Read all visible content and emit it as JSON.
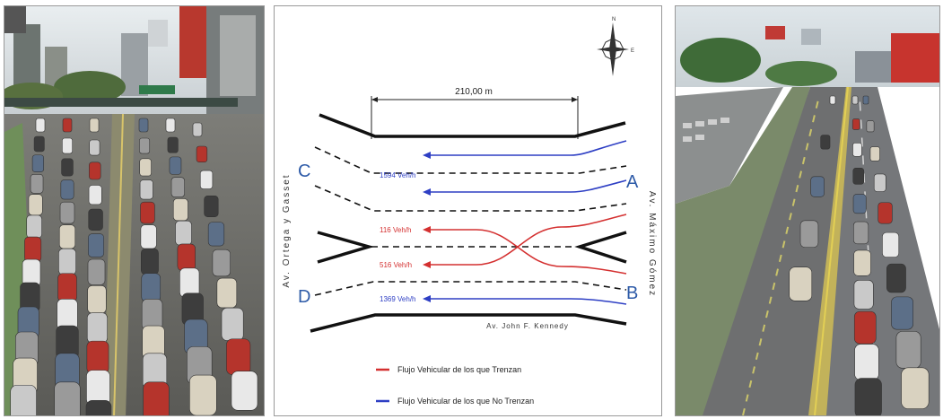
{
  "diagram": {
    "dimension": "210,00 m",
    "corner_labels": {
      "a": "A",
      "b": "B",
      "c": "C",
      "d": "D"
    },
    "street_labels": {
      "left": "Av. Ortega y Gasset",
      "right": "Av. Máximo Gómez",
      "bottom": "Av. John F. Kennedy"
    },
    "flows": {
      "upper_blue": "1594 Veh/h",
      "red_top": "116 Veh/h",
      "red_bottom": "516 Veh/h",
      "lower_blue": "1369 Veh/h"
    },
    "legend": {
      "weaving": "Flujo Vehicular de los que Trenzan",
      "non_weaving": "Flujo Vehicular de los que No Trenzan"
    },
    "colors": {
      "weaving": "#d43030",
      "non_weaving": "#2e3fc4"
    }
  },
  "photos": {
    "left": {
      "icon": "traffic-jam-photo"
    },
    "right": {
      "icon": "highway-aerial-photo"
    }
  }
}
